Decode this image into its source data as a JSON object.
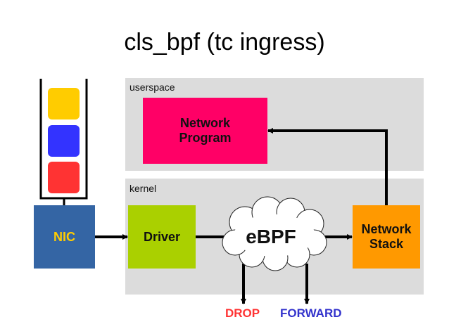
{
  "title": "cls_bpf (tc ingress)",
  "regions": {
    "userspace": "userspace",
    "kernel": "kernel"
  },
  "boxes": {
    "nic": "NIC",
    "driver": "Driver",
    "ebpf": "eBPF",
    "network_stack": "Network\nStack",
    "network_program": "Network\nProgram"
  },
  "outcomes": {
    "drop": "DROP",
    "forward": "FORWARD"
  },
  "colors": {
    "region_bg": "#dcdcdc",
    "nic": "#3465a4",
    "nic_text": "#ffcc00",
    "driver": "#aad000",
    "network_stack": "#ff9900",
    "network_program": "#ff0066",
    "packet_yellow": "#ffcc00",
    "packet_blue": "#3333ff",
    "packet_red": "#ff3333",
    "drop": "#ff3333",
    "forward": "#3333cc"
  },
  "icons": [
    "packet-queue-icon",
    "cloud-icon",
    "arrow-icon"
  ]
}
